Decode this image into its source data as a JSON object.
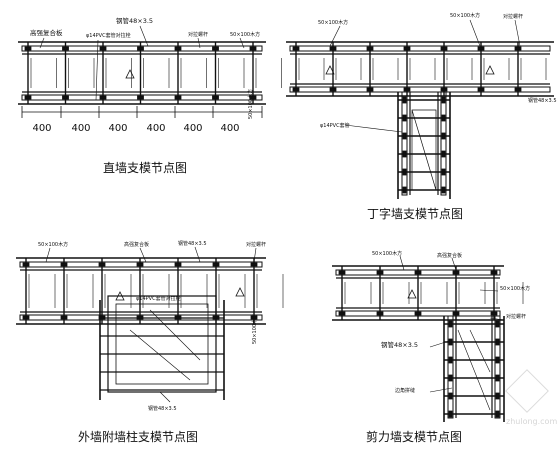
{
  "panels": {
    "straight": {
      "caption": "直墙支模节点图",
      "labels": [
        "高强复合板",
        "φ14PVC套管对拉栓",
        "钢管48×3.5",
        "对拉螺杆",
        "50×100木方"
      ],
      "side_label": "50×100木方",
      "dims": [
        "400",
        "400",
        "400",
        "400",
        "400",
        "400"
      ]
    },
    "tee": {
      "caption": "丁字墙支模节点图",
      "labels": [
        "50×100木方",
        "50×100木方",
        "对拉螺杆"
      ],
      "side_label": "钢管48×3.5",
      "pvc_label": "φ14PVC套管"
    },
    "outer": {
      "caption": "外墙附墙柱支模节点图",
      "labels": [
        "50×100木方",
        "高强复合板",
        "钢管48×3.5",
        "对拉螺杆"
      ],
      "pvc_label": "φ14PVC套管对拉栓",
      "side_label": "50×100木方",
      "pipe_label": "钢管48×3.5"
    },
    "shear": {
      "caption": "剪力墙支模节点图",
      "labels": [
        "50×100木方",
        "高强复合板"
      ],
      "side_label1": "50×100木方",
      "side_label2": "对拉螺杆",
      "pipe_label": "钢管48×3.5",
      "corner_label": "边角拼缝"
    }
  },
  "watermark": "zhulong.com"
}
